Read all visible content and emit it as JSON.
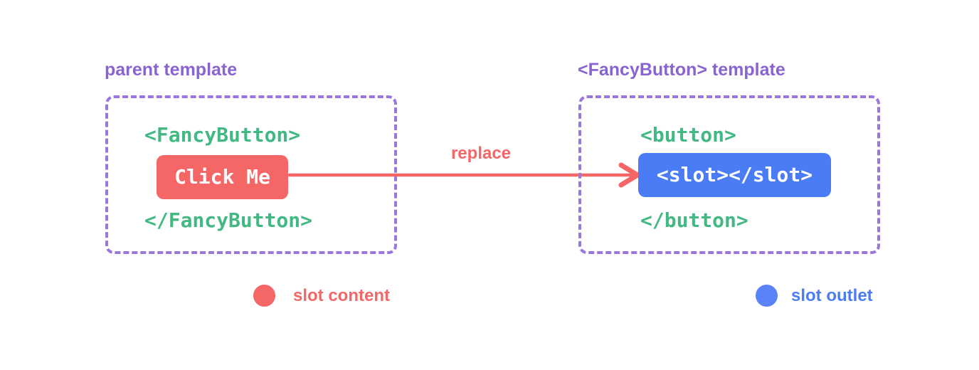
{
  "diagram": {
    "title_left": "parent template",
    "title_right": "<FancyButton> template",
    "left_panel": {
      "open_tag": "<FancyButton>",
      "button_label": "Click Me",
      "close_tag": "</FancyButton>"
    },
    "right_panel": {
      "open_tag": "<button>",
      "slot_tag": "<slot></slot>",
      "close_tag": "</button>"
    },
    "arrow": {
      "label": "replace"
    },
    "legend": {
      "slot_content_label": "slot content",
      "slot_outlet_label": "slot outlet"
    },
    "colors": {
      "purple_text": "#8a63d2",
      "purple_dash": "#9a77db",
      "code_green": "#42b883",
      "coral": "#f56666",
      "blue": "#4a7cf6",
      "background": "#ffffff"
    }
  }
}
